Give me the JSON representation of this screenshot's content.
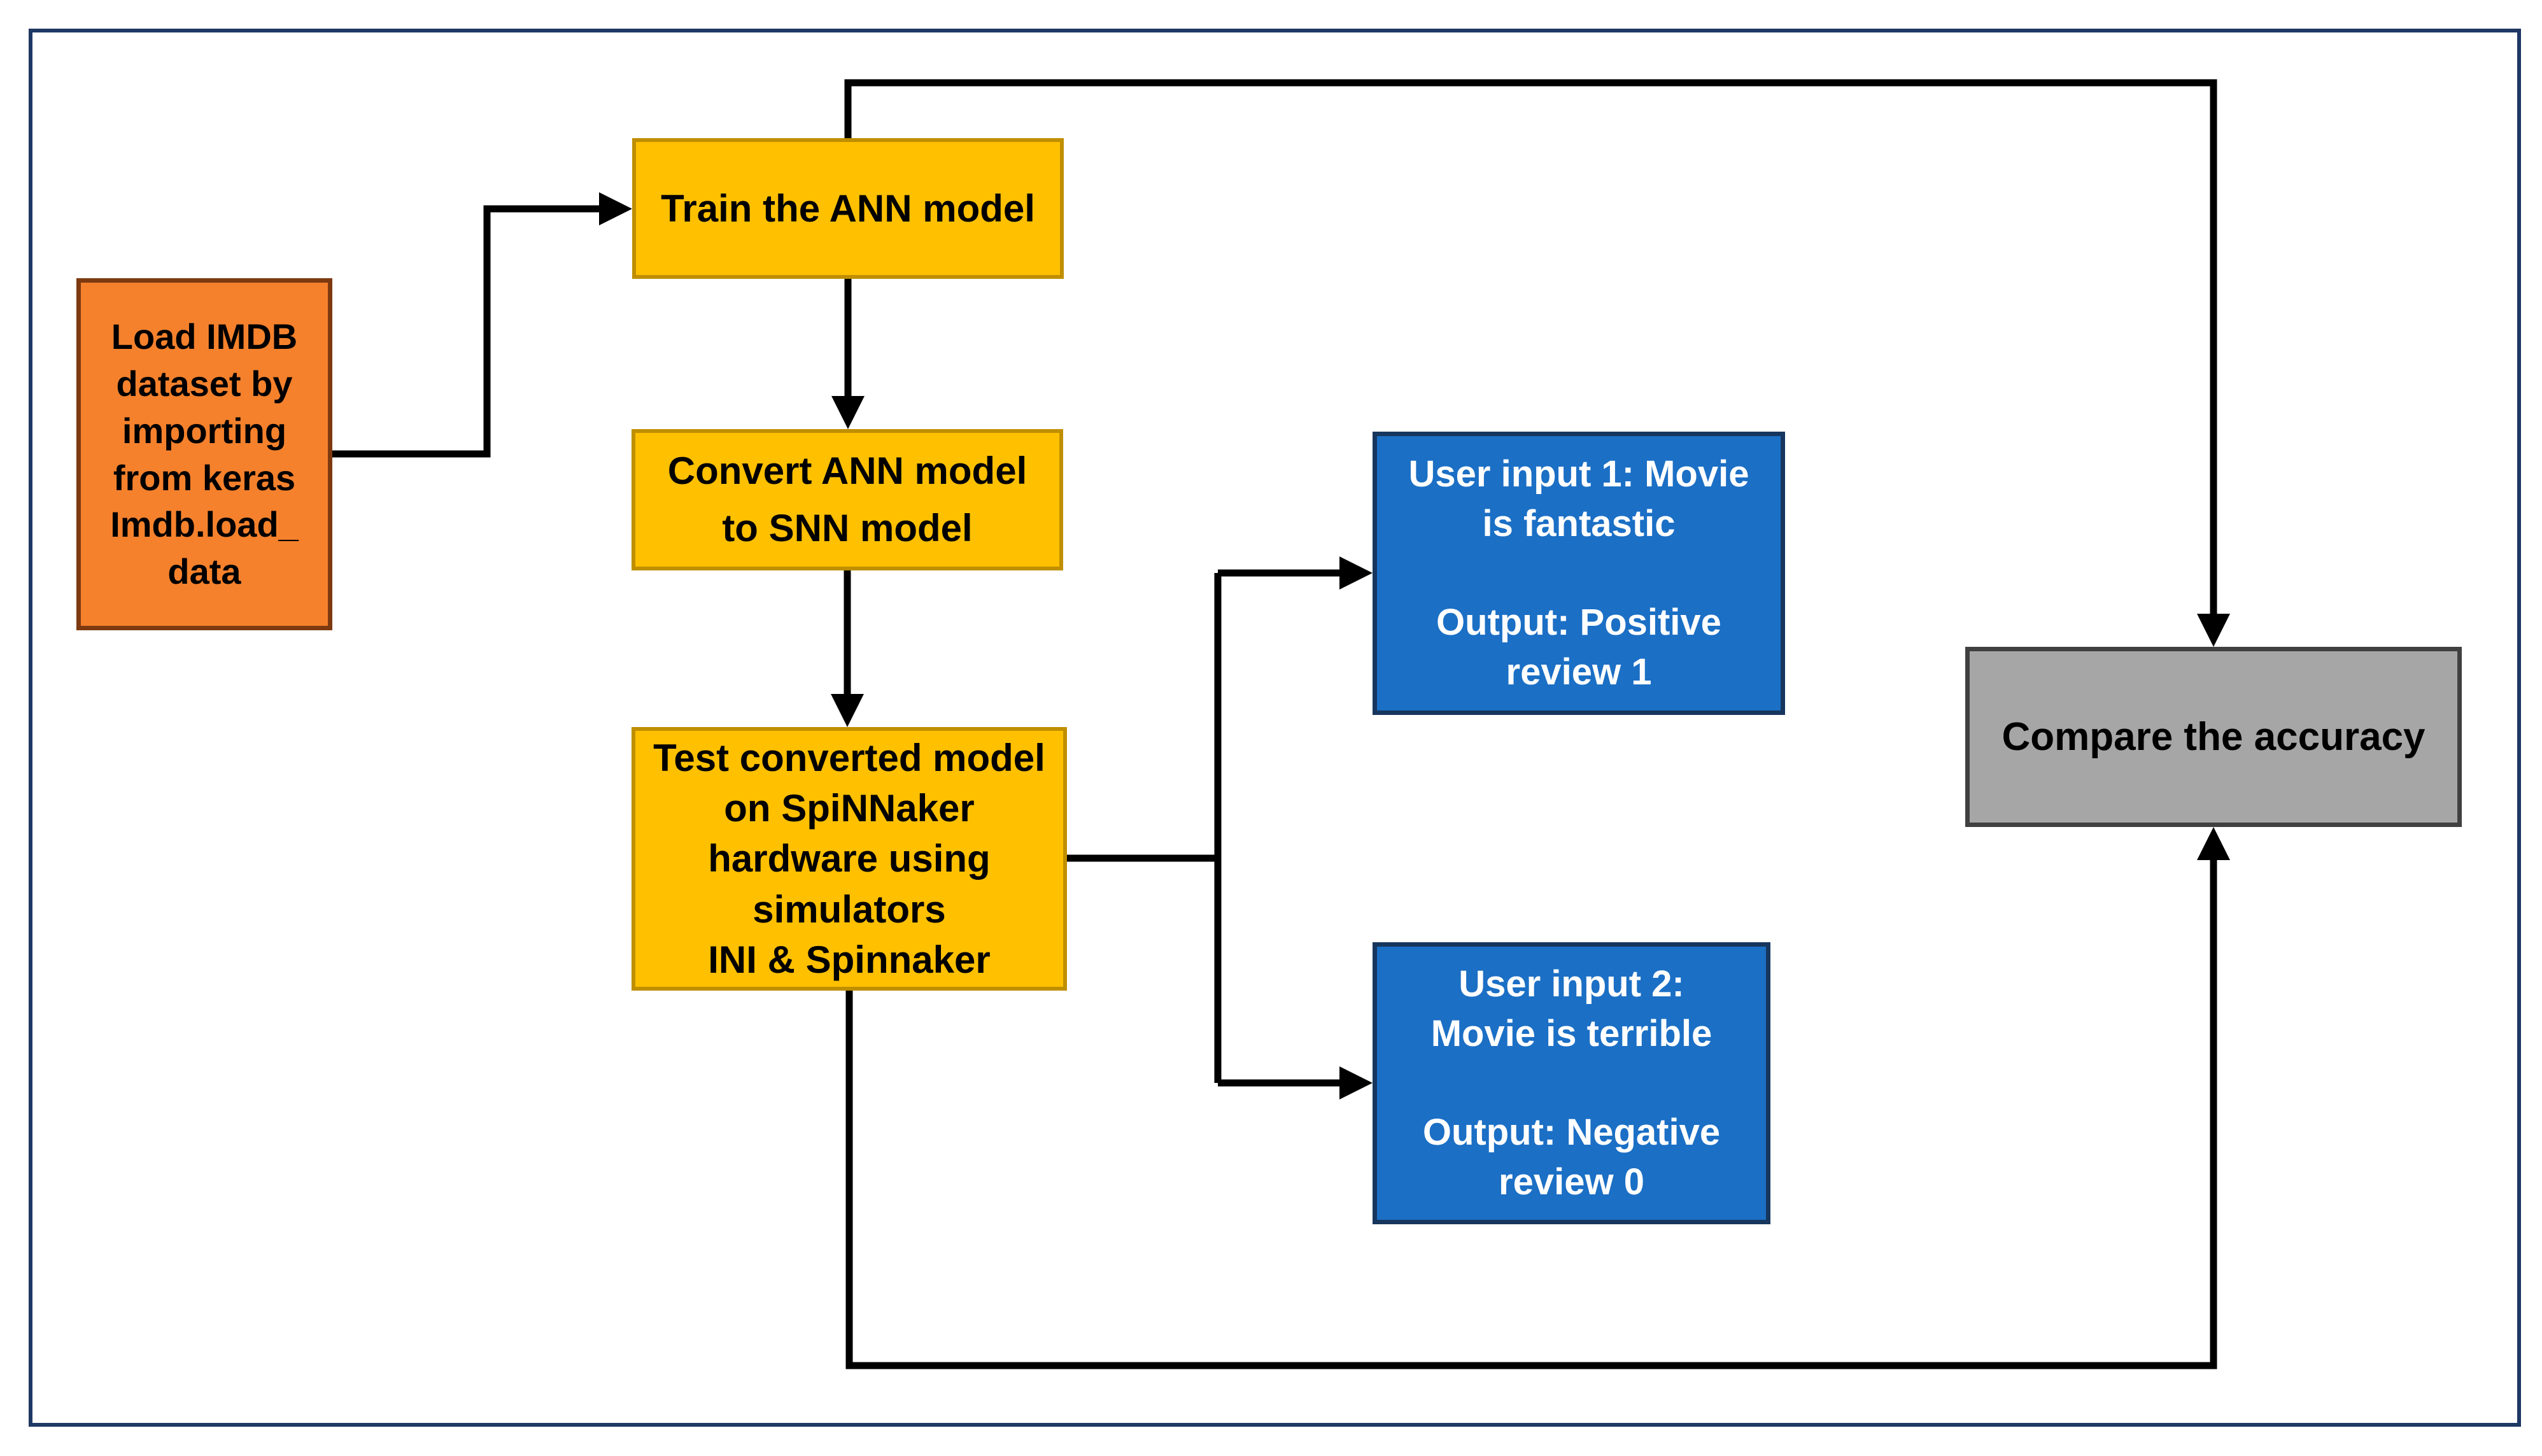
{
  "colors": {
    "canvas-bg": "#ffffff",
    "frame-border": "#1f3864",
    "line": "#000000",
    "orange-fill": "#f5812c",
    "orange-border": "#7d3a10",
    "gold-fill": "#ffc000",
    "gold-border": "#bf8f00",
    "blue-fill": "#1b6fc5",
    "blue-border": "#17365d",
    "gray-fill": "#a6a6a6",
    "gray-border": "#404040",
    "text-dark": "#000000",
    "text-light": "#ffffff"
  },
  "nodes": {
    "load_imdb": {
      "label": "Load IMDB\ndataset by\nimporting\nfrom keras\nImdb.load_\ndata"
    },
    "train_ann": {
      "label": "Train the ANN model"
    },
    "convert_snn": {
      "label": "Convert ANN model\nto SNN model"
    },
    "test_spinnaker": {
      "label": "Test converted model\non SpiNNaker\nhardware using\nsimulators\nINI & Spinnaker"
    },
    "user_input_1": {
      "label": "User input 1: Movie\nis fantastic\n\nOutput: Positive\nreview 1"
    },
    "user_input_2": {
      "label": "User input 2:\nMovie is terrible\n\nOutput: Negative\nreview 0"
    },
    "compare_accuracy": {
      "label": "Compare the accuracy"
    }
  },
  "edges": [
    {
      "from": "load_imdb",
      "to": "train_ann"
    },
    {
      "from": "train_ann",
      "to": "convert_snn"
    },
    {
      "from": "convert_snn",
      "to": "test_spinnaker"
    },
    {
      "from": "test_spinnaker",
      "to": "user_input_1"
    },
    {
      "from": "test_spinnaker",
      "to": "user_input_2"
    },
    {
      "from": "train_ann",
      "to": "compare_accuracy"
    },
    {
      "from": "test_spinnaker",
      "to": "compare_accuracy"
    }
  ]
}
